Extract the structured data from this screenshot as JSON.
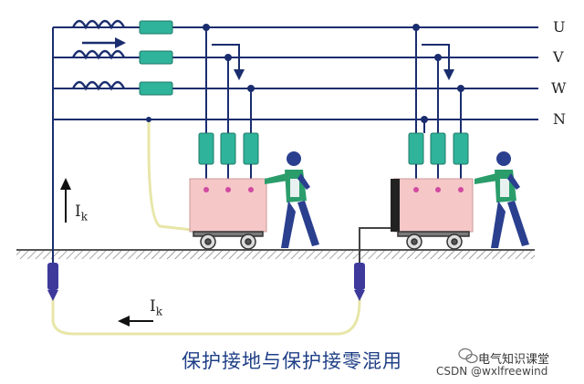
{
  "diagram": {
    "caption": "保护接地与保护接零混用",
    "phases": [
      "U",
      "V",
      "W",
      "N"
    ],
    "current_label": "I",
    "current_subscript": "k"
  },
  "watermark": {
    "account": "电气知识课堂",
    "csdn": "CSDN @wxlfreewind"
  },
  "colors": {
    "wire": "#1a2d6e",
    "insulator": "#2fb39a",
    "cabinet": "#f5c7c7",
    "fault_path": "#e8e6a8",
    "electrode": "#3d3a9b",
    "person_body": "#2a9d6b",
    "person_legs": "#2b3f8f"
  }
}
